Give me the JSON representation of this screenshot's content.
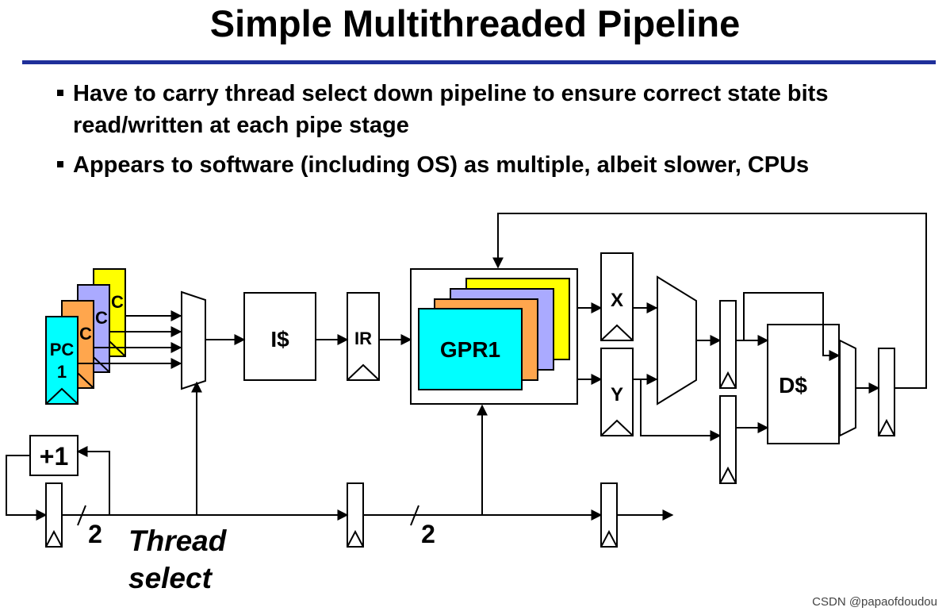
{
  "title": "Simple Multithreaded Pipeline",
  "bullets": [
    "Have to carry thread select down pipeline to ensure correct state bits read/written at each pipe stage",
    "Appears to software (including OS) as multiple, albeit slower, CPUs"
  ],
  "diagram": {
    "pc_stack_back_labels": [
      "C",
      "C",
      "C"
    ],
    "pc_front_label": "PC",
    "pc_front_number": "1",
    "icache_label": "I$",
    "ir_label": "IR",
    "gpr_label": "GPR1",
    "x_label": "X",
    "y_label": "Y",
    "dcache_label": "D$",
    "incrementer_label": "+1",
    "bus_width_1": "2",
    "bus_width_2": "2",
    "thread_select_line1": "Thread",
    "thread_select_line2": "select",
    "colors": {
      "yellow": "#ffff00",
      "lavender": "#aaaaff",
      "orange": "#ffa64d",
      "cyan": "#00ffff",
      "rule": "#1f2f9a"
    }
  },
  "watermark": "CSDN @papaofdoudou"
}
